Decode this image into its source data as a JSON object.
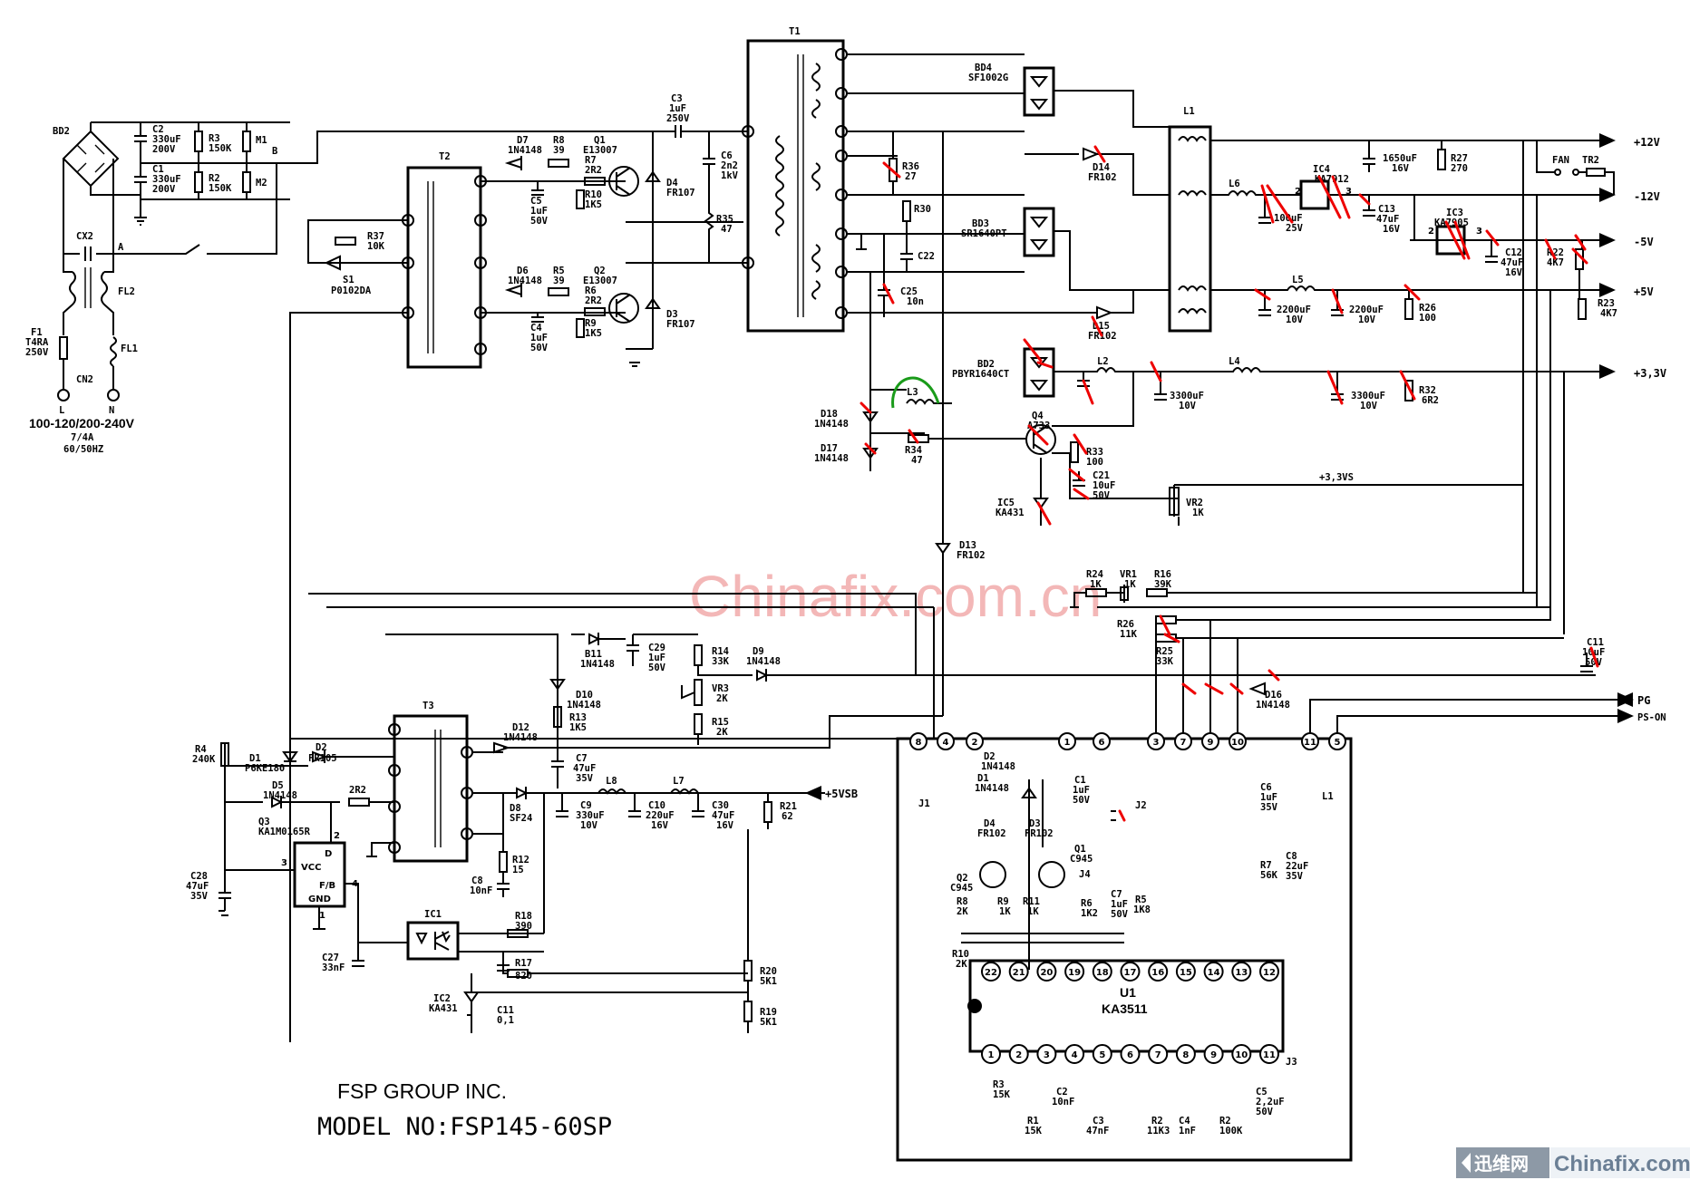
{
  "watermark": "Chinafix.com.cn",
  "corner_logo": {
    "left_text": "迅维网",
    "right_text": "Chinafix.com"
  },
  "title_block": {
    "company": "FSP GROUP INC.",
    "model": "MODEL NO:FSP145-60SP"
  },
  "input": {
    "spec_lines": [
      "100-120/200-240V",
      "7/4A",
      "60/50HZ"
    ],
    "line_label": "L",
    "neutral_label": "N",
    "connector": "CN2",
    "node_a": "A",
    "node_b": "B"
  },
  "outputs": {
    "p12": "+12V",
    "m12": "-12V",
    "m5": "-5V",
    "p5": "+5V",
    "p33": "+3,3V",
    "p33s": "+3,3VS",
    "p5vsb": "+5VSB",
    "pg": "PG",
    "pson": "PS-ON",
    "fan": "FAN",
    "tr2": "TR2"
  },
  "components": {
    "bd2": [
      "BD2"
    ],
    "c2": [
      "C2",
      "330uF",
      "200V"
    ],
    "c1": [
      "C1",
      "330uF",
      "200V"
    ],
    "r3": [
      "R3",
      "150K"
    ],
    "r2": [
      "R2",
      "150K"
    ],
    "m1": [
      "M1"
    ],
    "m2": [
      "M2"
    ],
    "cx2": [
      "CX2"
    ],
    "fl2": [
      "FL2"
    ],
    "fl1": [
      "FL1"
    ],
    "f1": [
      "F1",
      "T4RA",
      "250V"
    ],
    "t2": [
      "T2"
    ],
    "t1": [
      "T1"
    ],
    "t3": [
      "T3"
    ],
    "r37": [
      "R37",
      "10K"
    ],
    "s1": [
      "S1",
      "P0102DA"
    ],
    "d7": [
      "D7",
      "1N4148"
    ],
    "r8": [
      "R8",
      "39"
    ],
    "r7": [
      "R7",
      "2R2"
    ],
    "c5a": [
      "C5",
      "1uF",
      "50V"
    ],
    "r10a": [
      "R10",
      "1K5"
    ],
    "q1": [
      "Q1",
      "E13007"
    ],
    "d6": [
      "D6",
      "1N4148"
    ],
    "r5": [
      "R5",
      "39"
    ],
    "r6": [
      "R6",
      "2R2"
    ],
    "c4a": [
      "C4",
      "1uF",
      "50V"
    ],
    "r9a": [
      "R9",
      "1K5"
    ],
    "q2": [
      "Q2",
      "E13007"
    ],
    "c3": [
      "C3",
      "1uF",
      "250V"
    ],
    "d4": [
      "D4",
      "FR107"
    ],
    "d3": [
      "D3",
      "FR107"
    ],
    "c6": [
      "C6",
      "2n2",
      "1kV"
    ],
    "r35": [
      "R35",
      "47"
    ],
    "bd4": [
      "BD4",
      "SF1002G"
    ],
    "bd3": [
      "BD3",
      "SR1640PT"
    ],
    "bd2o": [
      "BD2",
      "PBYR1640CT"
    ],
    "r36": [
      "R36",
      "27"
    ],
    "r30": [
      "R30"
    ],
    "c22": [
      "C22"
    ],
    "c25": [
      "C25",
      "10n"
    ],
    "d14": [
      "D14",
      "FR102"
    ],
    "d15": [
      "D15",
      "FR102"
    ],
    "l1": [
      "L1"
    ],
    "l6": [
      "L6"
    ],
    "ic4": [
      "IC4",
      "KA7912"
    ],
    "ic3": [
      "IC3",
      "KA7905"
    ],
    "c13a": [
      "1650uF",
      "16V"
    ],
    "r27": [
      "R27",
      "270"
    ],
    "c14": [
      "100uF",
      "25V"
    ],
    "c13": [
      "C13",
      "47uF",
      "16V"
    ],
    "c12": [
      "C12",
      "47uF",
      "16V"
    ],
    "r22": [
      "R22",
      "4K7"
    ],
    "l5": [
      "L5"
    ],
    "c20": [
      "2200uF",
      "10V"
    ],
    "c19": [
      "2200uF",
      "10V"
    ],
    "r26a": [
      "R26",
      "100"
    ],
    "r23": [
      "R23",
      "4K7"
    ],
    "l2": [
      "L2"
    ],
    "l4": [
      "L4"
    ],
    "l3": [
      "L3"
    ],
    "c16": [
      "3300uF",
      "10V"
    ],
    "c17": [
      "3300uF",
      "10V"
    ],
    "r32": [
      "R32",
      "6R2"
    ],
    "d18": [
      "D18",
      "1N4148"
    ],
    "d17": [
      "D17",
      "1N4148"
    ],
    "r34": [
      "R34",
      "47"
    ],
    "q4": [
      "Q4",
      "A733"
    ],
    "r33": [
      "R33",
      "100"
    ],
    "c21": [
      "C21",
      "10uF",
      "50V"
    ],
    "ic5": [
      "IC5",
      "KA431"
    ],
    "vr2": [
      "VR2",
      "1K"
    ],
    "d13": [
      "D13",
      "FR102"
    ],
    "r24": [
      "R24",
      "1K"
    ],
    "vr1": [
      "VR1",
      "1K"
    ],
    "r16": [
      "R16",
      "39K"
    ],
    "r26": [
      "R26",
      "11K"
    ],
    "r25": [
      "R25",
      "33K"
    ],
    "d16": [
      "D16",
      "1N4148"
    ],
    "c11top": [
      "C11",
      "10uF",
      "50V"
    ],
    "b11": [
      "B11",
      "1N4148"
    ],
    "c29": [
      "C29",
      "1uF",
      "50V"
    ],
    "r14": [
      "R14",
      "33K"
    ],
    "d9": [
      "D9",
      "1N4148"
    ],
    "vr3": [
      "VR3",
      "2K"
    ],
    "r15": [
      "R15",
      "2K"
    ],
    "d10": [
      "D10",
      "1N4148"
    ],
    "r13": [
      "R13",
      "1K5"
    ],
    "d12": [
      "D12",
      "1N4148"
    ],
    "c7": [
      "C7",
      "47uF",
      "35V"
    ],
    "l8": [
      "L8"
    ],
    "l7": [
      "L7"
    ],
    "d8": [
      "D8",
      "SF24"
    ],
    "c9": [
      "C9",
      "330uF",
      "10V"
    ],
    "c10": [
      "C10",
      "220uF",
      "16V"
    ],
    "c30": [
      "C30",
      "47uF",
      "16V"
    ],
    "r21": [
      "R21",
      "62"
    ],
    "r12": [
      "R12",
      "15"
    ],
    "c8": [
      "C8",
      "10nF"
    ],
    "r18": [
      "R18",
      "390"
    ],
    "r17": [
      "R17",
      "820"
    ],
    "r20": [
      "R20",
      "5K1"
    ],
    "r19": [
      "R19",
      "5K1"
    ],
    "ic1": [
      "IC1"
    ],
    "ic2": [
      "IC2",
      "KA431"
    ],
    "c11b": [
      "C11",
      "0,1"
    ],
    "r4": [
      "R4",
      "240K"
    ],
    "d1": [
      "D1",
      "P6KE180"
    ],
    "d2": [
      "D2",
      "FR105"
    ],
    "d5": [
      "D5",
      "1N4148"
    ],
    "r2r2": [
      "2R2"
    ],
    "q3": [
      "Q3",
      "KA1M0165R"
    ],
    "c28": [
      "C28",
      "47uF",
      "35V"
    ],
    "c27": [
      "C27",
      "33nF"
    ],
    "q3pins": [
      "D",
      "VCC",
      "F/B",
      "GND",
      "1",
      "2",
      "3",
      "4"
    ],
    "u1": [
      "U1",
      "KA3511"
    ],
    "j1": [
      "J1"
    ],
    "j2": [
      "J2"
    ],
    "j3": [
      "J3"
    ],
    "j4": [
      "J4"
    ],
    "l1b": [
      "L1"
    ],
    "d2b": [
      "D2",
      "1N4148"
    ],
    "d1b": [
      "D1",
      "1N4148"
    ],
    "c1b": [
      "C1",
      "1uF",
      "50V"
    ],
    "d4b": [
      "D4",
      "FR102"
    ],
    "d3b": [
      "D3",
      "FR102"
    ],
    "q1b": [
      "Q1",
      "C945"
    ],
    "q2b": [
      "Q2",
      "C945"
    ],
    "r8b": [
      "R8",
      "2K"
    ],
    "r9b": [
      "R9",
      "1K"
    ],
    "r11b": [
      "R11",
      "1K"
    ],
    "r6b": [
      "R6",
      "1K2"
    ],
    "c7b": [
      "C7",
      "1uF",
      "50V"
    ],
    "r5b": [
      "R5",
      "1K8"
    ],
    "r10b": [
      "R10",
      "2K"
    ],
    "c6b": [
      "C6",
      "1uF",
      "35V"
    ],
    "r7b": [
      "R7",
      "56K"
    ],
    "c8b": [
      "C8",
      "22uF",
      "35V"
    ],
    "r3b": [
      "R3",
      "15K"
    ],
    "c2b": [
      "C2",
      "10nF"
    ],
    "r1b": [
      "R1",
      "15K"
    ],
    "c3b": [
      "C3",
      "47nF"
    ],
    "r2b": [
      "R2",
      "11K3"
    ],
    "c4b": [
      "C4",
      "1nF"
    ],
    "r2c": [
      "R2",
      "100K"
    ],
    "c5b": [
      "C5",
      "2,2uF",
      "50V"
    ]
  },
  "u1_top_pins": [
    "8",
    "4",
    "2",
    "1",
    "6",
    "3",
    "7",
    "9",
    "10",
    "11",
    "5"
  ],
  "u1_ic_pins_top": [
    "22",
    "21",
    "20",
    "19",
    "18",
    "17",
    "16",
    "15",
    "14",
    "13",
    "12"
  ],
  "u1_ic_pins_bottom": [
    "1",
    "2",
    "3",
    "4",
    "5",
    "6",
    "7",
    "8",
    "9",
    "10",
    "11"
  ],
  "reg_pins": [
    "2",
    "3",
    "2",
    "3"
  ]
}
